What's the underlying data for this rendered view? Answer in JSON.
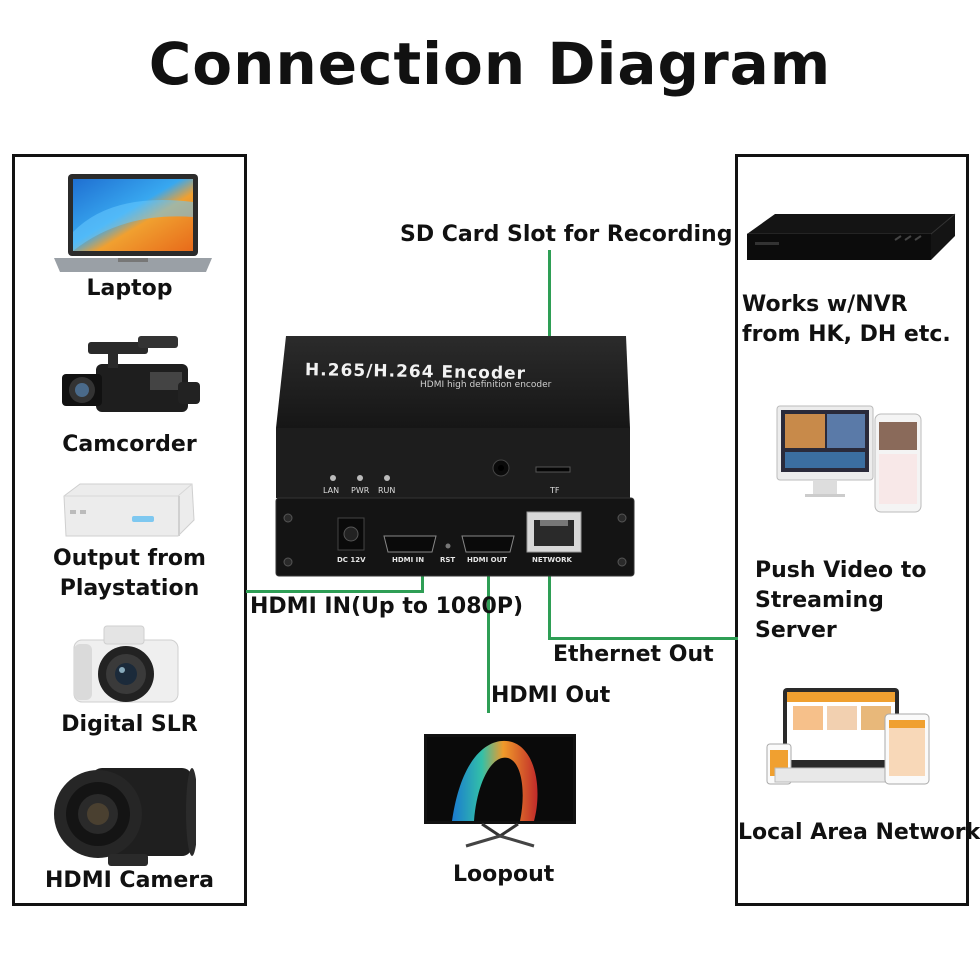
{
  "title": "Connection Diagram",
  "sources": [
    {
      "label": "Laptop",
      "icon": "laptop-icon"
    },
    {
      "label": "Camcorder",
      "icon": "camcorder-icon"
    },
    {
      "label": "Output from Playstation",
      "icon": "playstation-icon"
    },
    {
      "label": "Digital SLR",
      "icon": "dslr-camera-icon"
    },
    {
      "label": "HDMI Camera",
      "icon": "hdmi-camera-icon"
    }
  ],
  "destinations": [
    {
      "label": "Works w/NVR from HK, DH etc.",
      "icon": "nvr-icon"
    },
    {
      "label": "Push Video to Streaming Server",
      "icon": "streaming-screens-icon"
    },
    {
      "label": "Local Area Network",
      "icon": "lan-devices-icon"
    }
  ],
  "callouts": {
    "sd_card": "SD Card Slot for Recording",
    "hdmi_in": "HDMI IN(Up to 1080P)",
    "ethernet_out": "Ethernet Out",
    "hdmi_out": "HDMI Out",
    "loopout": "Loopout"
  },
  "device": {
    "title": "H.265/H.264 Encoder",
    "subtitle": "HDMI high definition encoder",
    "leds": [
      "LAN",
      "PWR",
      "RUN"
    ],
    "tf": "TF",
    "ports": [
      "DC 12V",
      "HDMI IN",
      "RST",
      "HDMI OUT",
      "NETWORK"
    ]
  },
  "colors": {
    "connector_line": "#2e9e55",
    "device_body": "#1a1a1a"
  }
}
